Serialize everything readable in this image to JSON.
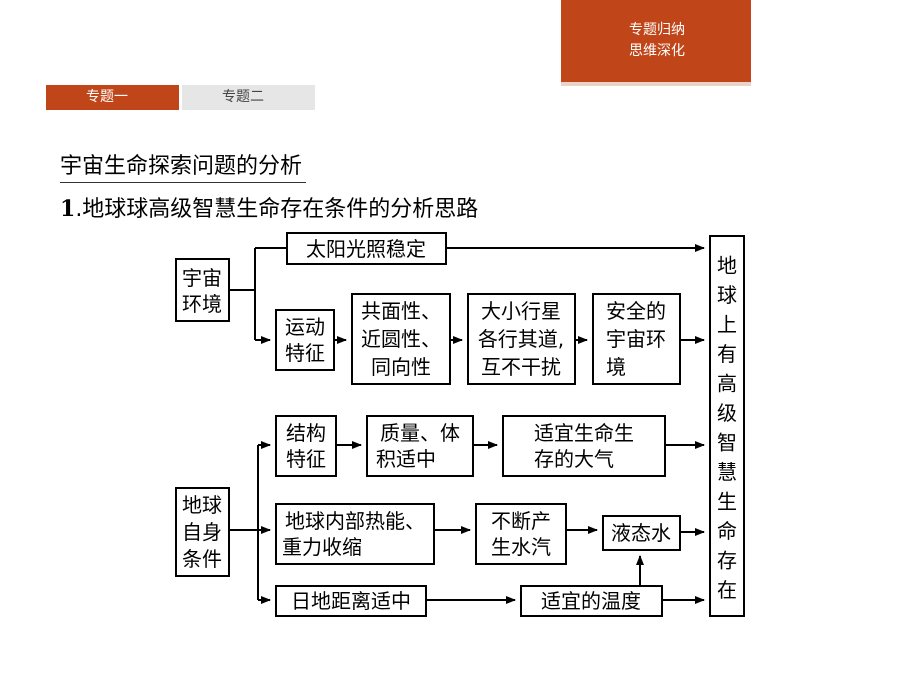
{
  "corner_tab": {
    "line1": "专题归纳",
    "line2": "思维深化"
  },
  "tabs": [
    {
      "label": "专题一"
    },
    {
      "label": "专题二"
    }
  ],
  "section_title": "宇宙生命探索问题的分析",
  "subheading": {
    "number": "1",
    "text": ".地球球高级智慧生命存在条件的分析思路"
  },
  "diagram": {
    "cosmic_env": [
      "宇宙",
      "环境"
    ],
    "sun_stable": [
      "太阳光照稳定"
    ],
    "motion": [
      "运动",
      "特征"
    ],
    "coplanar": [
      "共面性、",
      "近圆性、",
      "同向性"
    ],
    "planets_orbit": [
      "大小行星",
      "各行其道,",
      "互不干扰"
    ],
    "safe_env": [
      "安全的",
      "宇宙环",
      "境"
    ],
    "earth_cond": [
      "地球",
      "自身",
      "条件"
    ],
    "structure": [
      "结构",
      "特征"
    ],
    "mass_volume": [
      "质量、体",
      "积适中"
    ],
    "atmosphere": [
      "适宜生命生",
      "存的大气"
    ],
    "internal_heat": [
      "地球内部热能、",
      "重力收缩"
    ],
    "water_vapor": [
      "不断产",
      "生水汽"
    ],
    "liquid_water": [
      "液态水"
    ],
    "distance": [
      "日地距离适中"
    ],
    "temperature": [
      "适宜的温度"
    ],
    "conclusion": "地球上有高级智慧生命存在"
  }
}
